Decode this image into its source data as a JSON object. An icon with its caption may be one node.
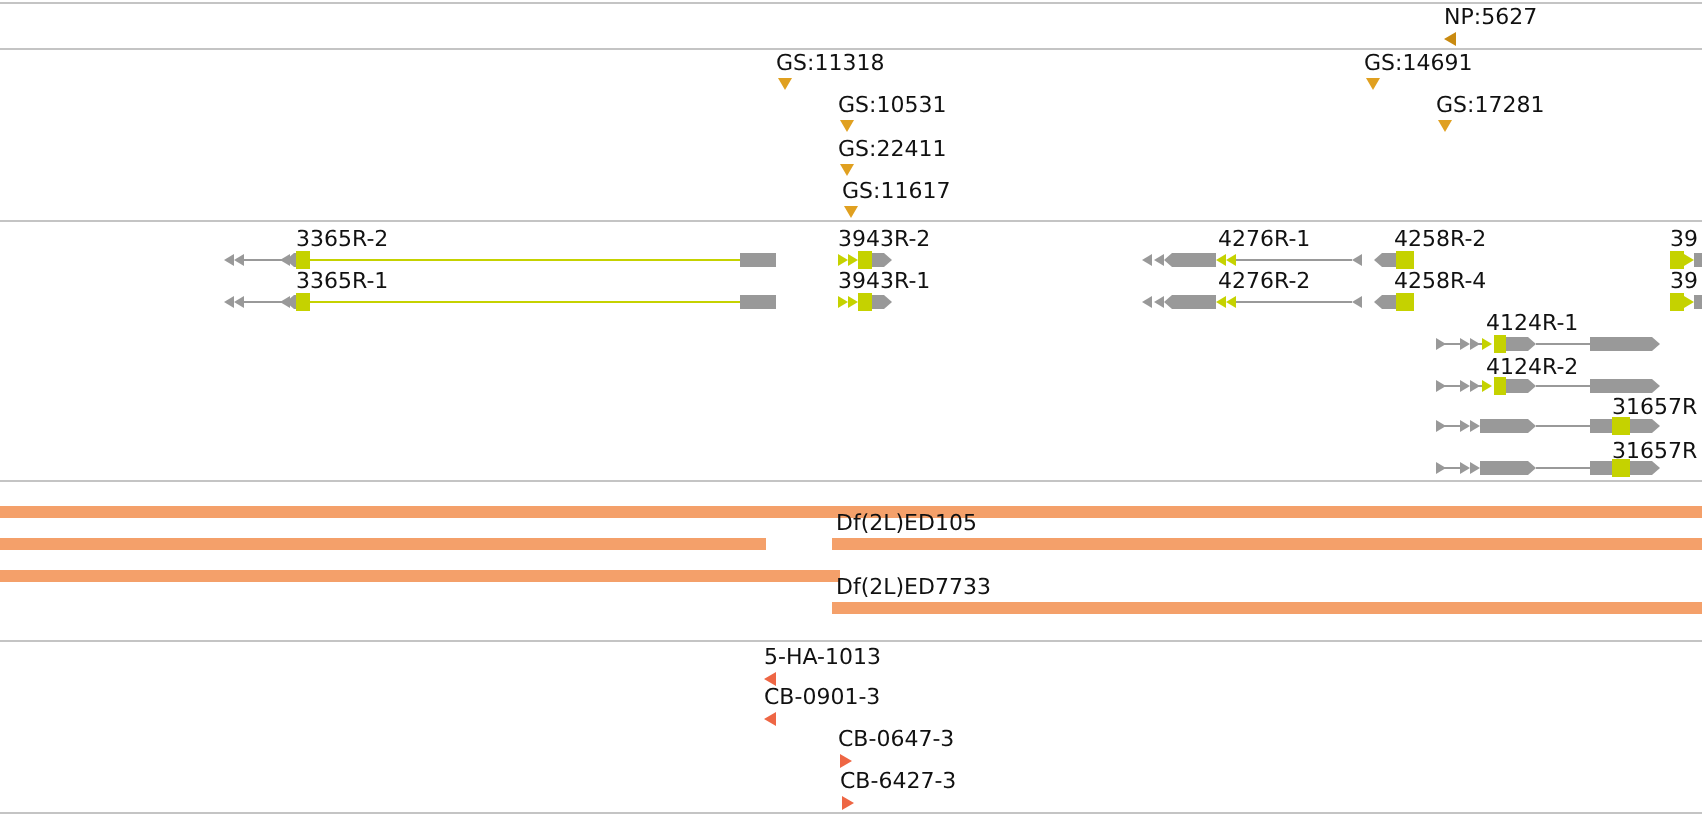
{
  "diagram": {
    "nodes": [
      {
        "text": [
          "NP:5627"
        ]
      },
      {
        "text": [
          "GS:11318"
        ]
      },
      {
        "text": [
          "GS:14691"
        ]
      },
      {
        "text": [
          "GS:10531"
        ]
      },
      {
        "text": [
          "GS:17281"
        ]
      },
      {
        "text": [
          "GS:22411"
        ]
      },
      {
        "text": [
          "GS:11617"
        ]
      },
      {
        "text": [
          "3365R-2"
        ]
      },
      {
        "text": [
          "3943R-2"
        ]
      },
      {
        "text": [
          "4276R-1"
        ]
      },
      {
        "text": [
          "4258R-2"
        ]
      },
      {
        "text": [
          "39"
        ]
      },
      {
        "text": [
          "3365R-1"
        ]
      },
      {
        "text": [
          "3943R-1"
        ]
      },
      {
        "text": [
          "4276R-2"
        ]
      },
      {
        "text": [
          "4258R-4"
        ]
      },
      {
        "text": [
          "39"
        ]
      },
      {
        "text": [
          "4124R-1"
        ]
      },
      {
        "text": [
          "4124R-2"
        ]
      },
      {
        "text": [
          "31657R"
        ]
      },
      {
        "text": [
          "31657R"
        ]
      },
      {
        "text": [],
        "shape": "bar"
      },
      {
        "text": [],
        "shape": "bar"
      },
      {
        "text": [
          "Df(2L)ED105"
        ]
      },
      {
        "text": [],
        "shape": "bar"
      },
      {
        "text": [
          "Df(2L)ED7733"
        ]
      },
      {
        "text": [
          "5-HA-1013"
        ]
      },
      {
        "text": [
          "CB-0901-3"
        ]
      },
      {
        "text": [
          "CB-0647-3"
        ]
      },
      {
        "text": [
          "CB-6427-3"
        ]
      }
    ]
  }
}
